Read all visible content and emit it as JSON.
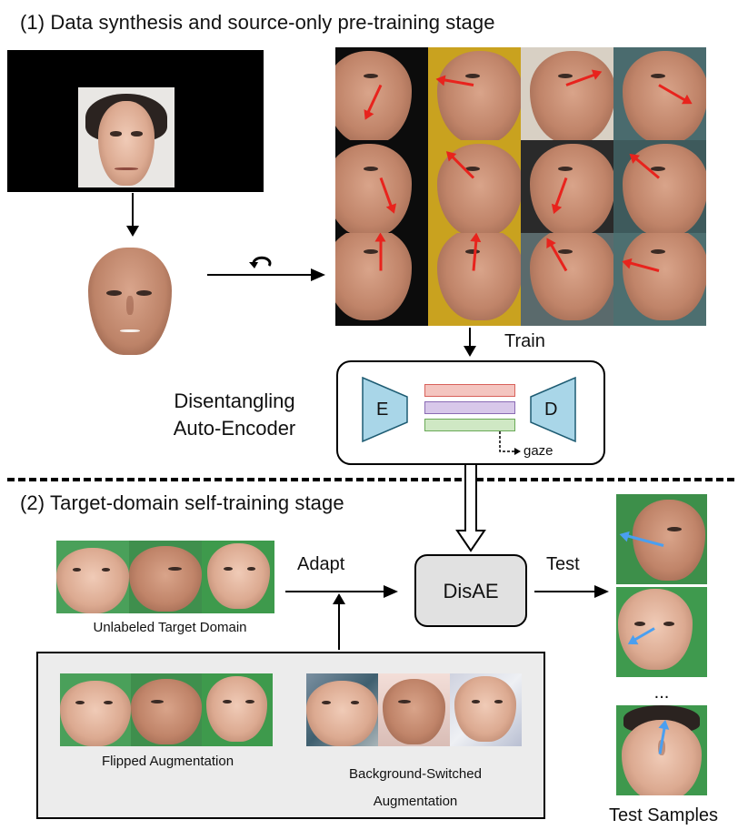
{
  "stage1": {
    "title": "(1) Data synthesis and source-only pre-training stage",
    "rotate_icon": "rotate-icon",
    "train_label": "Train"
  },
  "autoencoder": {
    "name_line1": "Disentangling",
    "name_line2": "Auto-Encoder",
    "encoder_label": "E",
    "decoder_label": "D",
    "gaze_label": "gaze",
    "colors": {
      "encoder": "#a9d6e8",
      "bar_red": "#f4c5c0",
      "bar_purple": "#d8c8ea",
      "bar_green": "#cfe8c4"
    }
  },
  "stage2": {
    "title": "(2) Target-domain self-training stage",
    "adapt_label": "Adapt",
    "test_label": "Test",
    "disae_label": "DisAE",
    "unlabeled_caption": "Unlabeled Target Domain",
    "flipped_caption": "Flipped Augmentation",
    "bg_switched_caption_line1": "Background-Switched",
    "bg_switched_caption_line2": "Augmentation",
    "ellipsis": "...",
    "test_samples_caption": "Test Samples"
  },
  "synth_grid": {
    "backgrounds": [
      [
        "#0c0c0c",
        "#c9a21f",
        "#d8d0c4",
        "#4a6b6e"
      ],
      [
        "#0c0c0c",
        "#c9a21f",
        "#2a2a2a",
        "#3e5a5c"
      ],
      [
        "#0c0c0c",
        "#c9a21f",
        "#5a6a6c",
        "#4d6f70"
      ]
    ],
    "gaze_angles_deg": [
      [
        115,
        190,
        340,
        30
      ],
      [
        70,
        225,
        110,
        220
      ],
      [
        270,
        275,
        240,
        195
      ]
    ]
  }
}
